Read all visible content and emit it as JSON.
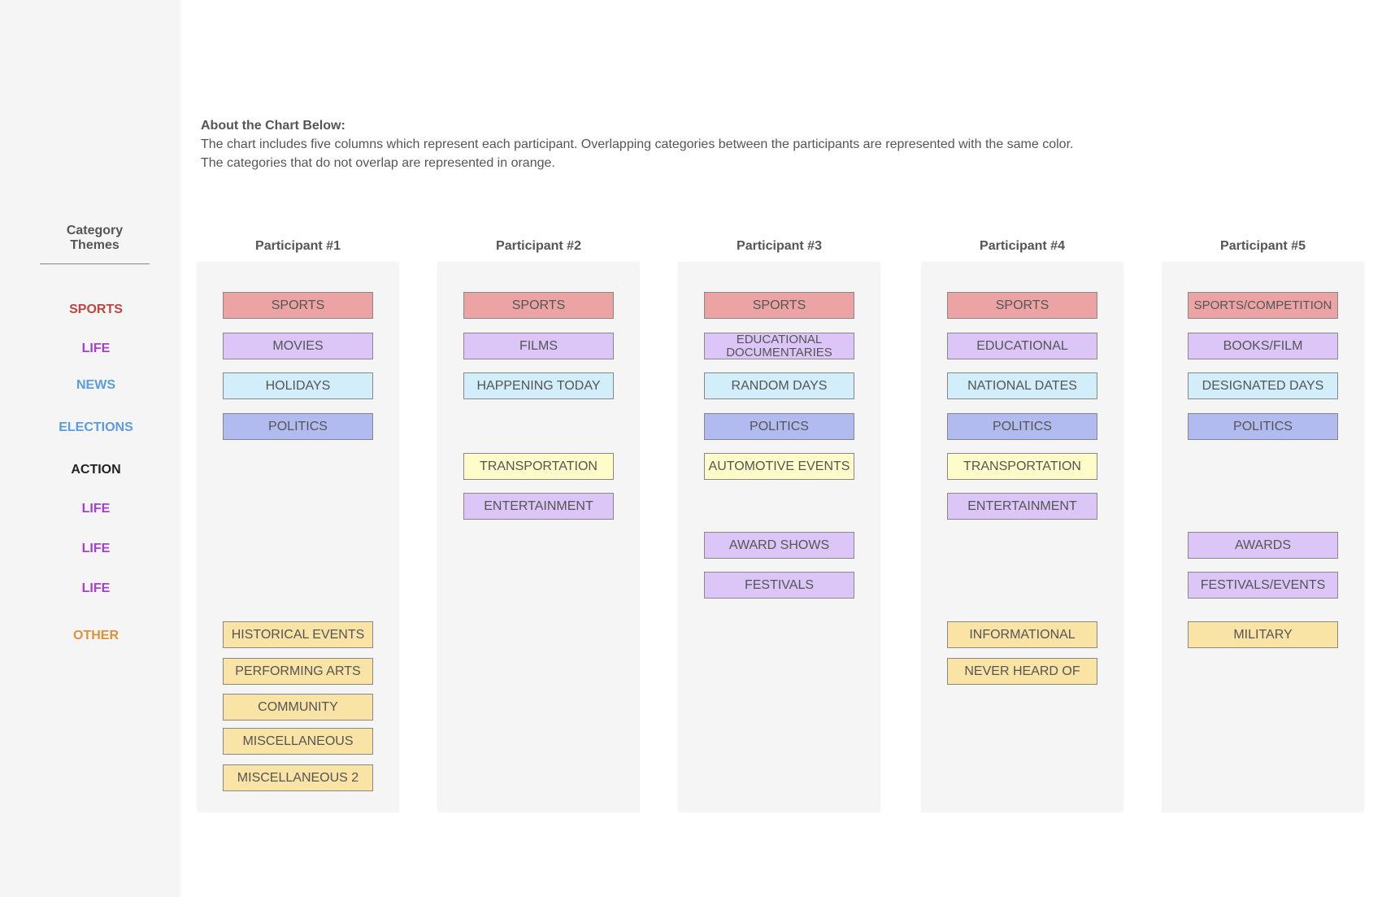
{
  "sidebar": {
    "title_line1": "Category",
    "title_line2": "Themes",
    "themes": [
      {
        "label": "SPORTS",
        "color": "#c0443c"
      },
      {
        "label": "LIFE",
        "color": "#a63fcf"
      },
      {
        "label": "NEWS",
        "color": "#5b9ce0"
      },
      {
        "label": "ELECTIONS",
        "color": "#5b9ce0"
      },
      {
        "label": "ACTION",
        "color": "#222222"
      },
      {
        "label": "LIFE",
        "color": "#a63fcf"
      },
      {
        "label": "LIFE",
        "color": "#a63fcf"
      },
      {
        "label": "LIFE",
        "color": "#a63fcf"
      },
      {
        "label": "OTHER",
        "color": "#e0913a"
      }
    ]
  },
  "about": {
    "heading": "About the Chart Below:",
    "line1": "The chart includes five columns which represent each participant. Overlapping categories between the participants are represented with the same color.",
    "line2": "The categories that do not overlap are represented in orange."
  },
  "colors": {
    "sports": "#eba3a3",
    "life": "#dcc6f7",
    "news": "#d2eefa",
    "elections": "#b1bbef",
    "action": "#fefcc9",
    "other": "#f9e3a5"
  },
  "participants": [
    {
      "title": "Participant #1",
      "items": [
        {
          "row": 0,
          "label": "SPORTS",
          "theme": "sports"
        },
        {
          "row": 1,
          "label": "MOVIES",
          "theme": "life"
        },
        {
          "row": 2,
          "label": "HOLIDAYS",
          "theme": "news"
        },
        {
          "row": 3,
          "label": "POLITICS",
          "theme": "elections"
        },
        {
          "row": 8,
          "label": "HISTORICAL EVENTS",
          "theme": "other"
        },
        {
          "row": 9,
          "label": "PERFORMING ARTS",
          "theme": "other"
        },
        {
          "row": 10,
          "label": "COMMUNITY",
          "theme": "other"
        },
        {
          "row": 11,
          "label": "MISCELLANEOUS",
          "theme": "other"
        },
        {
          "row": 12,
          "label": "MISCELLANEOUS 2",
          "theme": "other"
        }
      ]
    },
    {
      "title": "Participant #2",
      "items": [
        {
          "row": 0,
          "label": "SPORTS",
          "theme": "sports"
        },
        {
          "row": 1,
          "label": "FILMS",
          "theme": "life"
        },
        {
          "row": 2,
          "label": "HAPPENING TODAY",
          "theme": "news"
        },
        {
          "row": 4,
          "label": "TRANSPORTATION",
          "theme": "action"
        },
        {
          "row": 5,
          "label": "ENTERTAINMENT",
          "theme": "life"
        }
      ]
    },
    {
      "title": "Participant #3",
      "items": [
        {
          "row": 0,
          "label": "SPORTS",
          "theme": "sports"
        },
        {
          "row": 1,
          "label": "EDUCATIONAL DOCUMENTARIES",
          "theme": "life",
          "two_line": [
            "EDUCATIONAL",
            "DOCUMENTARIES"
          ]
        },
        {
          "row": 2,
          "label": "RANDOM DAYS",
          "theme": "news"
        },
        {
          "row": 3,
          "label": "POLITICS",
          "theme": "elections"
        },
        {
          "row": 4,
          "label": "AUTOMOTIVE EVENTS",
          "theme": "action"
        },
        {
          "row": 6,
          "label": "AWARD SHOWS",
          "theme": "life"
        },
        {
          "row": 7,
          "label": "FESTIVALS",
          "theme": "life"
        }
      ]
    },
    {
      "title": "Participant #4",
      "items": [
        {
          "row": 0,
          "label": "SPORTS",
          "theme": "sports"
        },
        {
          "row": 1,
          "label": "EDUCATIONAL",
          "theme": "life"
        },
        {
          "row": 2,
          "label": "NATIONAL DATES",
          "theme": "news"
        },
        {
          "row": 3,
          "label": "POLITICS",
          "theme": "elections"
        },
        {
          "row": 4,
          "label": "TRANSPORTATION",
          "theme": "action"
        },
        {
          "row": 5,
          "label": "ENTERTAINMENT",
          "theme": "life"
        },
        {
          "row": 8,
          "label": "INFORMATIONAL",
          "theme": "other"
        },
        {
          "row": 9,
          "label": "NEVER HEARD OF",
          "theme": "other"
        }
      ]
    },
    {
      "title": "Participant #5",
      "items": [
        {
          "row": 0,
          "label": "SPORTS/COMPETITION",
          "theme": "sports"
        },
        {
          "row": 1,
          "label": "BOOKS/FILM",
          "theme": "life"
        },
        {
          "row": 2,
          "label": "DESIGNATED DAYS",
          "theme": "news"
        },
        {
          "row": 3,
          "label": "POLITICS",
          "theme": "elections"
        },
        {
          "row": 6,
          "label": "AWARDS",
          "theme": "life"
        },
        {
          "row": 7,
          "label": "FESTIVALS/EVENTS",
          "theme": "life"
        },
        {
          "row": 8,
          "label": "MILITARY",
          "theme": "other"
        }
      ]
    }
  ]
}
